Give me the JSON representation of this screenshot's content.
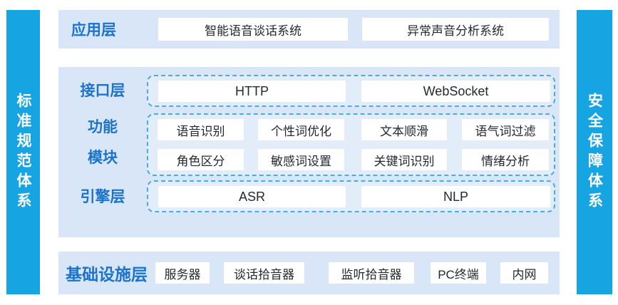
{
  "colors": {
    "bar_blue": "#17a4e2",
    "section_bg": "#d9e6f7",
    "label_blue": "#1b73cb",
    "dashed_border": "#45aee2",
    "box_bg": "#ffffff",
    "box_text": "#24292f"
  },
  "left_bar": {
    "label": "标准规范体系"
  },
  "right_bar": {
    "label": "安全保障体系"
  },
  "application_layer": {
    "label": "应用层",
    "items": [
      "智能语音谈话系统",
      "异常声音分析系统"
    ]
  },
  "middle": {
    "interface_layer": {
      "label": "接口层",
      "items": [
        "HTTP",
        "WebSocket"
      ]
    },
    "function_modules": {
      "label_line1": "功能",
      "label_line2": "模块",
      "row1": [
        "语音识别",
        "个性词优化",
        "文本顺滑",
        "语气词过滤"
      ],
      "row2": [
        "角色区分",
        "敏感词设置",
        "关键词识别",
        "情绪分析"
      ]
    },
    "engine_layer": {
      "label": "引擎层",
      "items": [
        "ASR",
        "NLP"
      ]
    }
  },
  "infrastructure_layer": {
    "label": "基础设施层",
    "items": [
      "服务器",
      "谈话拾音器",
      "监听拾音器",
      "PC终端",
      "内网"
    ]
  }
}
